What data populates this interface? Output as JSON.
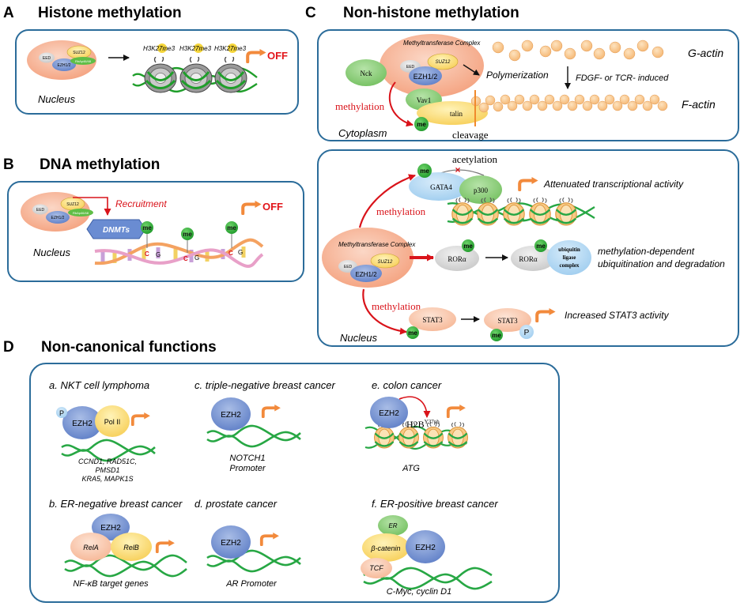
{
  "panel_a": {
    "letter": "A",
    "title": "Histone methylation",
    "complex": {
      "suz12": "SUZ12",
      "eed": "EED",
      "ezh": "EZH1/2",
      "rbap": "RbAp46/48"
    },
    "mark": "H3K27me3",
    "off": "OFF",
    "location": "Nucleus"
  },
  "panel_b": {
    "letter": "B",
    "title": "DNA methylation",
    "complex": {
      "suz12": "SUZ12",
      "eed": "EED",
      "ezh": "EZH1/2",
      "rbap": "RbAp46/48"
    },
    "recruitment": "Recruitment",
    "dnmts": "DNMTs",
    "me": "me",
    "c": "C",
    "g": "G",
    "off": "OFF",
    "location": "Nucleus"
  },
  "panel_c": {
    "letter": "C",
    "title": "Non-histone methylation",
    "top": {
      "complex_title": "Methyltransferase Complex",
      "eed": "EED",
      "suz12": "SUZ12",
      "ezh": "EZH1/2",
      "nck": "Nck",
      "vav1": "Vav1",
      "talin": "talin",
      "me": "me",
      "methylation": "methylation",
      "polymerization": "Polymerization",
      "g_actin": "G-actin",
      "f_actin": "F-actin",
      "induced": "FDGF- or TCR- induced",
      "cleavage": "cleavage",
      "location": "Cytoplasm"
    },
    "bottom": {
      "complex_title": "Methyltransferase Complex",
      "eed": "EED",
      "suz12": "SUZ12",
      "ezh": "EZH1/2",
      "acetylation": "acetylation",
      "cross": "×",
      "gata4": "GATA4",
      "p300": "p300",
      "me": "me",
      "attenuated": "Attenuated transcriptional activity",
      "methylation": "methylation",
      "rora": "RORα",
      "ubiquitin": "ubiquitin ligase complex",
      "ubiquitin_line1": "ubiquitin",
      "ubiquitin_line2": "ligase",
      "ubiquitin_line3": "complex",
      "degradation_line1": "methylation-dependent",
      "degradation_line2": "ubiquitination and degradation",
      "stat3": "STAT3",
      "p": "P",
      "increased": "Increased STAT3 activity",
      "location": "Nucleus"
    }
  },
  "panel_d": {
    "letter": "D",
    "title": "Non-canonical functions",
    "a": {
      "label": "a.",
      "title": "NKT cell lymphoma",
      "p": "P",
      "ezh2": "EZH2",
      "pol": "Pol II",
      "genes_line1": "CCND1, RAD51C,",
      "genes_line2": "PMSD1",
      "genes_line3": "KRA5, MAPK1S"
    },
    "b": {
      "label": "b.",
      "title": "ER-negative breast cancer",
      "ezh2": "EZH2",
      "rela": "RelA",
      "relb": "RelB",
      "genes": "NF-κB target genes"
    },
    "c": {
      "label": "c.",
      "title": "triple-negative breast cancer",
      "ezh2": "EZH2",
      "gene_line1": "NOTCH1",
      "gene_line2": "Promoter"
    },
    "d": {
      "label": "d.",
      "title": "prostate cancer",
      "ezh2": "EZH2",
      "gene": "AR Promoter"
    },
    "e": {
      "label": "e.",
      "title": "colon cancer",
      "ezh2": "EZH2",
      "h2b": "H2B",
      "h2b_sup": "Y37ph",
      "gene": "ATG"
    },
    "f": {
      "label": "f.",
      "title": "ER-positive breast cancer",
      "er": "ER",
      "catenin": "β-catenin",
      "ezh2": "EZH2",
      "tcf": "TCF",
      "genes": "C-Myc, cyclin D1"
    }
  }
}
